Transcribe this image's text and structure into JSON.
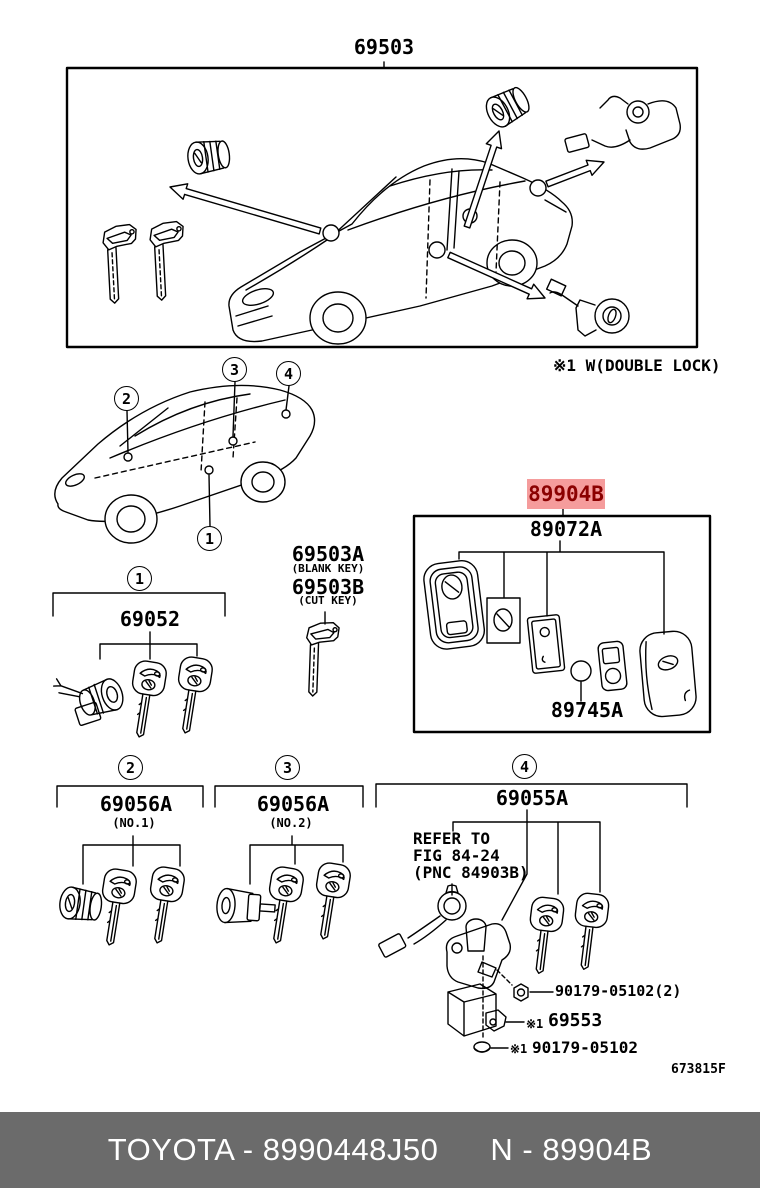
{
  "labels": {
    "main_assembly": "69503",
    "footnote": "※1 W(DOUBLE LOCK)",
    "blank_key": "69503A",
    "blank_key_note": "(BLANK KEY)",
    "cut_key": "69503B",
    "cut_key_note": "(CUT KEY)",
    "smart_key": "89904B",
    "transmitter": "89072A",
    "battery": "89745A",
    "ignition_lock": "69052",
    "door_lock_no1": "69056A",
    "door_lock_no1_note": "(NO.1)",
    "door_lock_no2": "69056A",
    "door_lock_no2_note": "(NO.2)",
    "trunk_lock": "69055A",
    "refer_line1": "REFER TO",
    "refer_line2": "FIG 84-24",
    "refer_line3": "(PNC 84903B)",
    "nut_with_qty": "90179-05102(2)",
    "cylinder_mark": "※1",
    "cylinder_part": "69553",
    "nut_mark": "※1",
    "nut_part": "90179-05102",
    "figure_code": "673815F"
  },
  "callouts": {
    "one": "1",
    "two": "2",
    "three": "3",
    "four": "4"
  },
  "footer": {
    "brand_part": "TOYOTA - 8990448J50",
    "catalog_ref": "N - 89904B"
  },
  "colors": {
    "highlight_bg": "#F59C9C",
    "highlight_text": "#8B0000",
    "footer_bg": "#6B6B6B",
    "footer_text": "#FFFFFF"
  }
}
